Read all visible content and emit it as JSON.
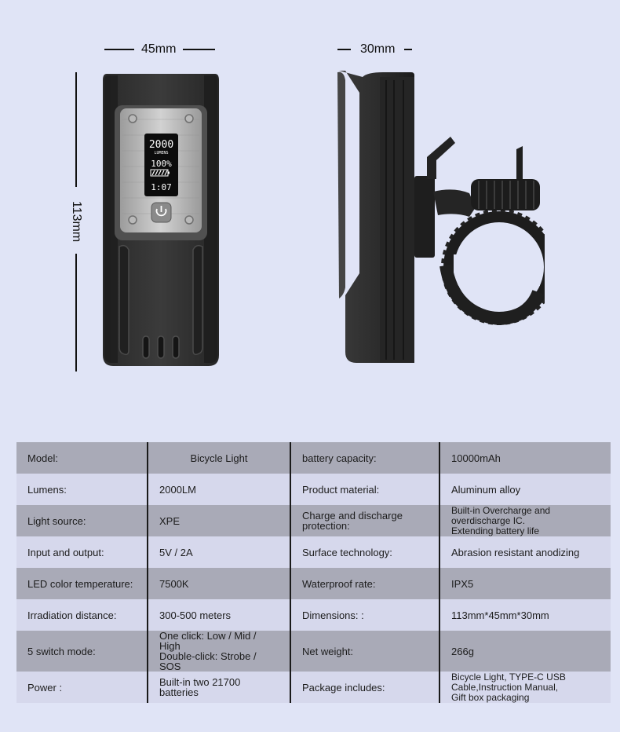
{
  "dimensions": {
    "width": "45mm",
    "depth": "30mm",
    "height": "113mm"
  },
  "display": {
    "lumens_value": "2000",
    "lumens_unit": "LUMENS",
    "battery_percent": "100%",
    "runtime": "1:07"
  },
  "specs": [
    {
      "label1": "Model:",
      "value1": "Bicycle Light",
      "label2": "battery capacity:",
      "value2": "10000mAh"
    },
    {
      "label1": "Lumens:",
      "value1": "2000LM",
      "label2": "Product material:",
      "value2": "Aluminum alloy"
    },
    {
      "label1": "Light source:",
      "value1": "XPE",
      "label2a": "Charge and discharge",
      "label2b": "protection:",
      "value2a": "Built-in Overcharge and",
      "value2b": "overdischarge IC.",
      "value2c": "Extending battery life"
    },
    {
      "label1": "Input and output:",
      "value1": "5V / 2A",
      "label2": "Surface technology:",
      "value2": "Abrasion resistant anodizing"
    },
    {
      "label1": "LED color temperature:",
      "value1": "7500K",
      "label2": "Waterproof rate:",
      "value2": "IPX5"
    },
    {
      "label1": "Irradiation distance:",
      "value1": "300-500 meters",
      "label2": "Dimensions: :",
      "value2": "113mm*45mm*30mm"
    },
    {
      "label1": "5 switch mode:",
      "value1a": "One click: Low / Mid / High",
      "value1b": "Double-click: Strobe / SOS",
      "label2": "Net weight:",
      "value2": "266g"
    },
    {
      "label1": "Power :",
      "value1": "Built-in two 21700 batteries",
      "label2": "Package includes:",
      "value2a": "Bicycle Light, TYPE-C USB",
      "value2b": "Cable,Instruction Manual,",
      "value2c": "Gift box packaging"
    }
  ]
}
